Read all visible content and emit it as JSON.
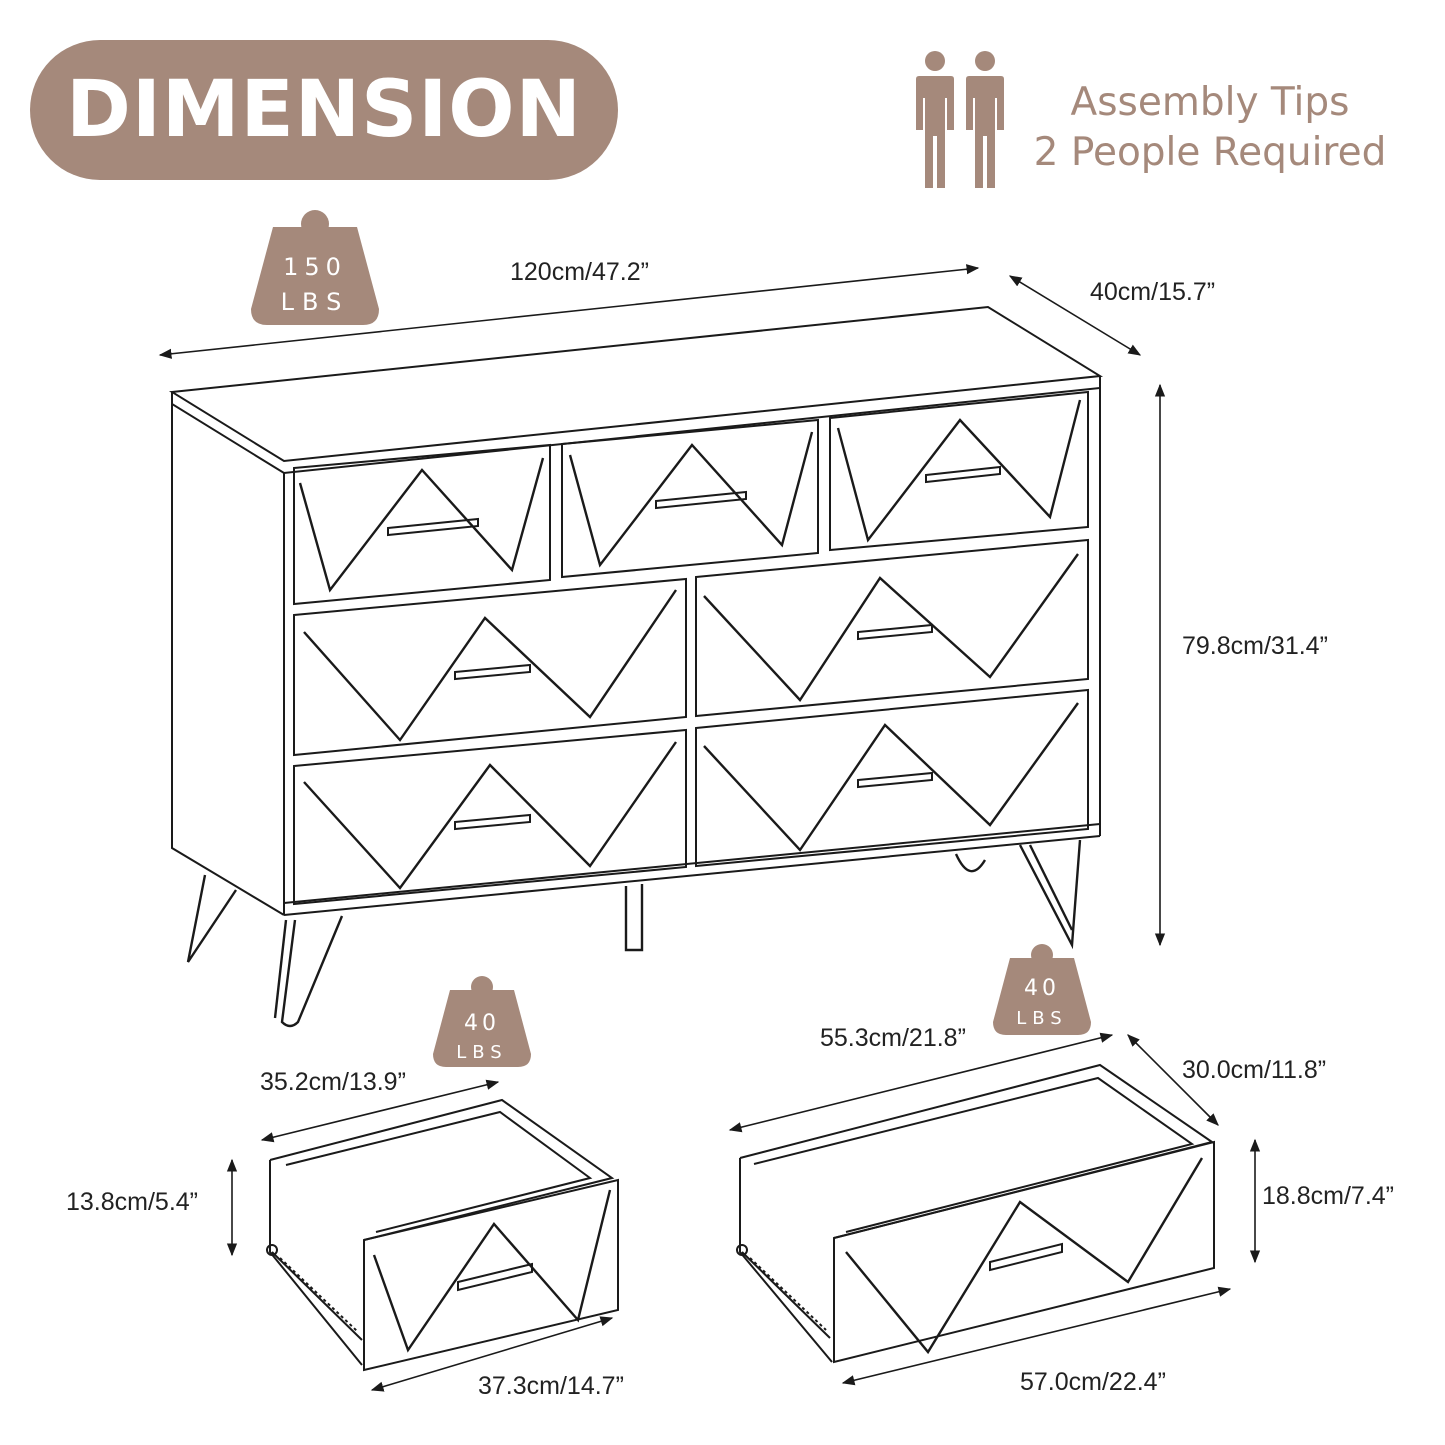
{
  "header": {
    "title": "DIMENSION",
    "assembly_line1": "Assembly Tips",
    "assembly_line2": "2 People Required"
  },
  "colors": {
    "accent": "#a5897b",
    "line": "#1a1a1a"
  },
  "icons": [
    "person-icon",
    "person-icon",
    "weight-icon"
  ],
  "dresser": {
    "weight_value": "150",
    "weight_unit": "LBS",
    "width": "120cm/47.2”",
    "depth": "40cm/15.7”",
    "height": "79.8cm/31.4”"
  },
  "small_drawer": {
    "weight_value": "40",
    "weight_unit": "LBS",
    "depth": "35.2cm/13.9”",
    "height": "13.8cm/5.4”",
    "width": "37.3cm/14.7”"
  },
  "large_drawer": {
    "weight_value": "40",
    "weight_unit": "LBS",
    "depth": "55.3cm/21.8”",
    "side": "30.0cm/11.8”",
    "height": "18.8cm/7.4”",
    "width": "57.0cm/22.4”"
  }
}
